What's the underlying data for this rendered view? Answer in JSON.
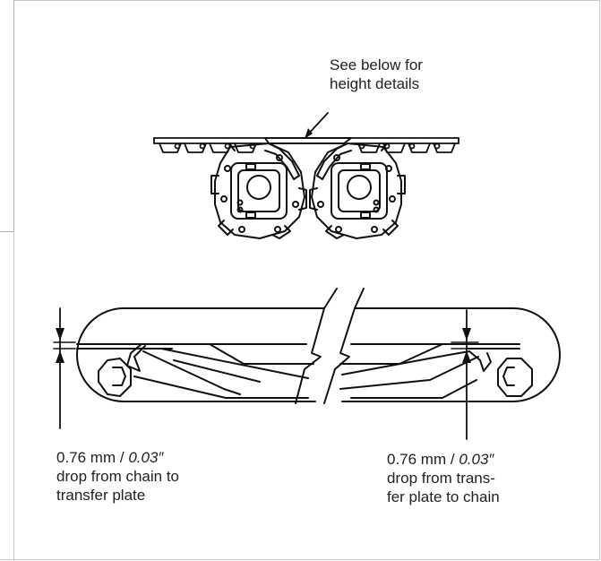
{
  "callouts": {
    "top": {
      "line1": "See below for",
      "line2": "height details"
    },
    "left": {
      "measure": "0.76 mm / ",
      "measure_imperial": "0.03″",
      "line2": "drop from chain to",
      "line3": "transfer plate"
    },
    "right": {
      "measure": "0.76 mm / ",
      "measure_imperial": "0.03″",
      "line2": "drop from trans-",
      "line3": "fer plate to chain"
    }
  }
}
